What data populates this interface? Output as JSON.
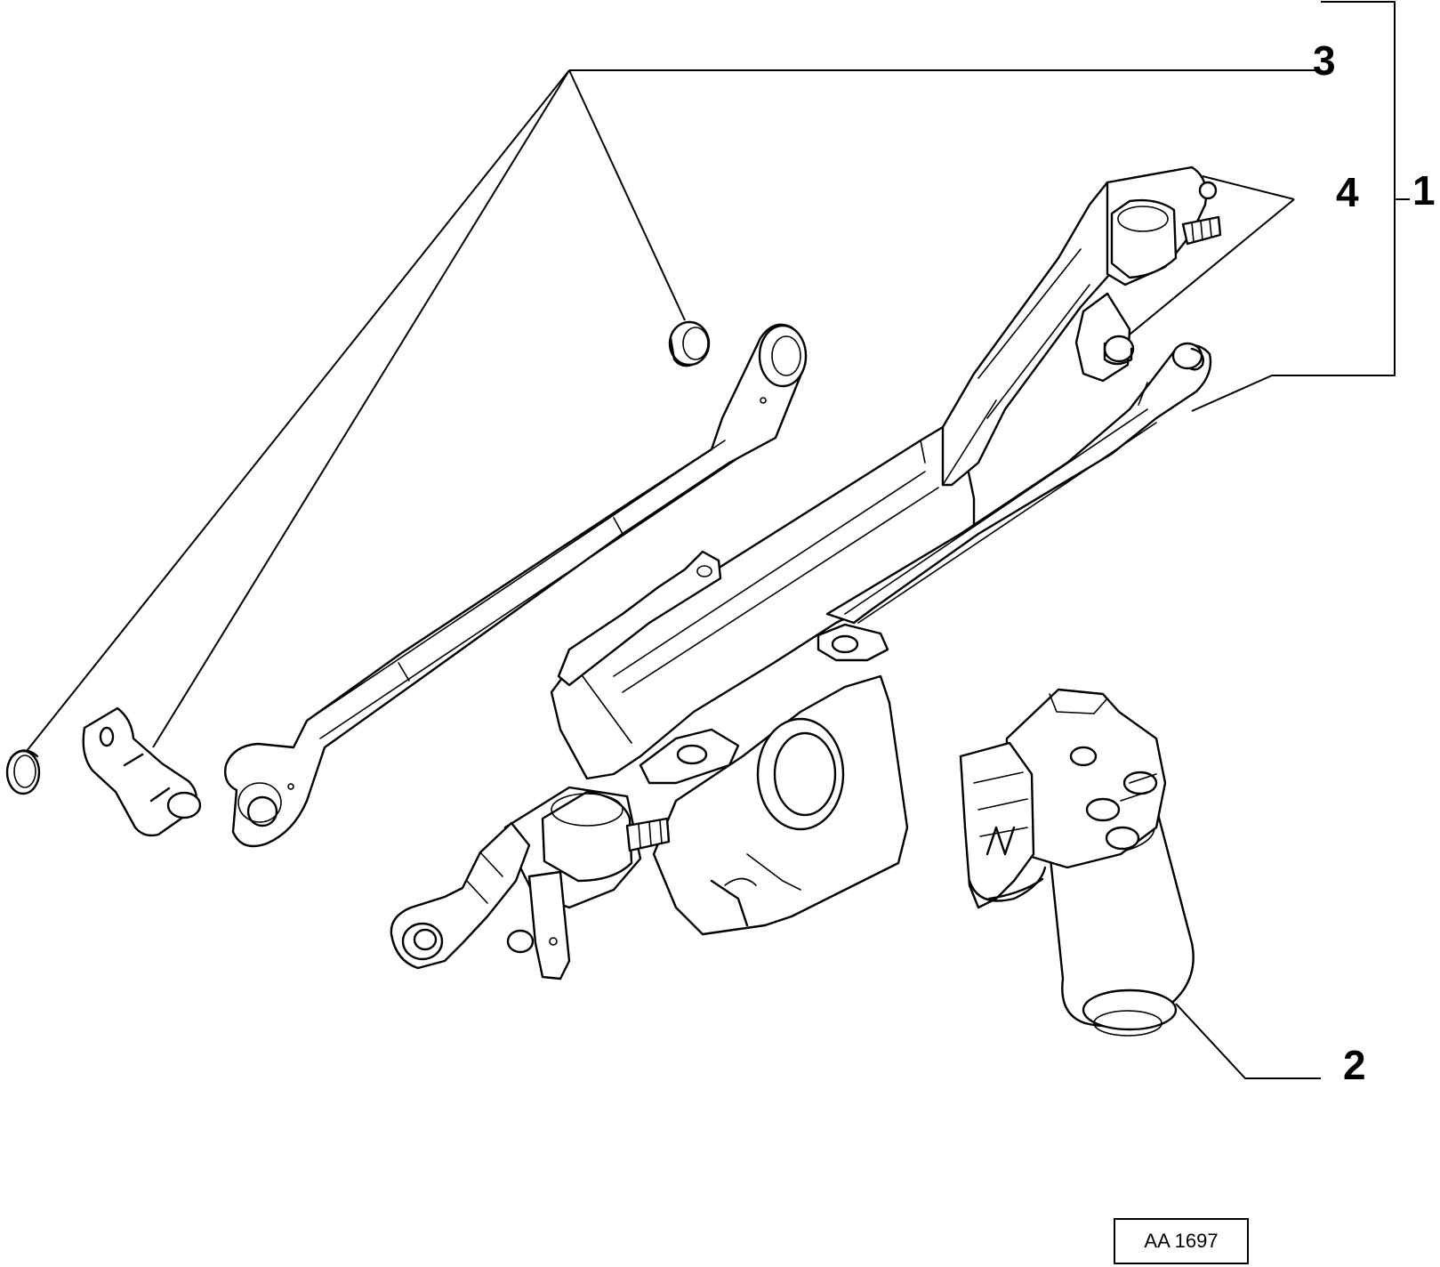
{
  "callouts": {
    "c1": "1",
    "c2": "2",
    "c3": "3",
    "c4": "4"
  },
  "reference_code": "AA 1697"
}
